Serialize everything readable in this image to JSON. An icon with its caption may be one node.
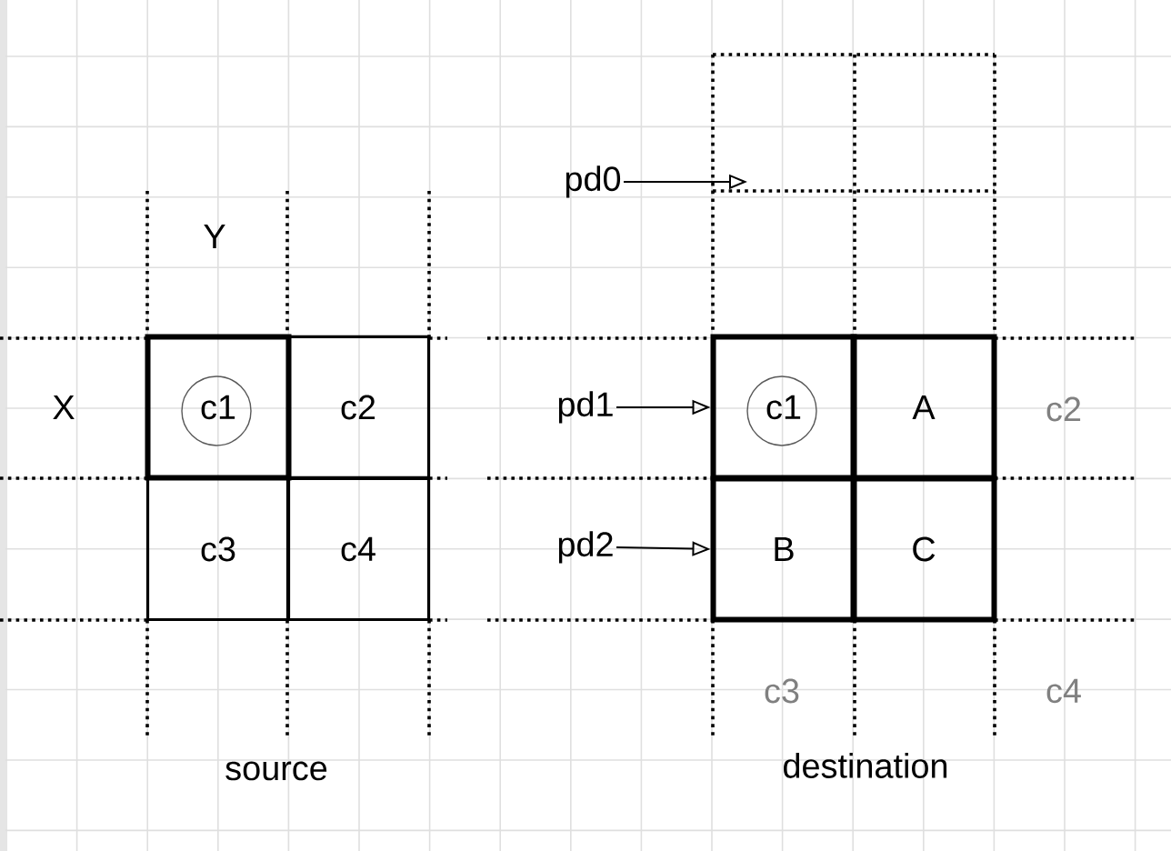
{
  "diagram": {
    "nodes": [
      {
        "text": [
          "pd0"
        ]
      },
      {
        "text": [
          "c1"
        ]
      },
      {
        "text": [
          "c2"
        ]
      },
      {
        "text": [
          "c3"
        ]
      },
      {
        "text": [
          "c4"
        ]
      },
      {
        "text": [
          "pd1"
        ]
      },
      {
        "text": [
          "c1"
        ]
      },
      {
        "text": [
          "A"
        ]
      },
      {
        "text": [
          "pd2"
        ]
      },
      {
        "text": [
          "B"
        ]
      },
      {
        "text": [
          "C"
        ]
      }
    ],
    "edges": [
      {
        "from": 0,
        "to": null,
        "arrow": "to"
      },
      {
        "from": 5,
        "to": 6,
        "arrow": "to"
      },
      {
        "from": 8,
        "to": 9,
        "arrow": "to"
      }
    ],
    "labels": [
      "Y",
      "X",
      "c2",
      "c3",
      "c4",
      "source",
      "destination"
    ]
  }
}
